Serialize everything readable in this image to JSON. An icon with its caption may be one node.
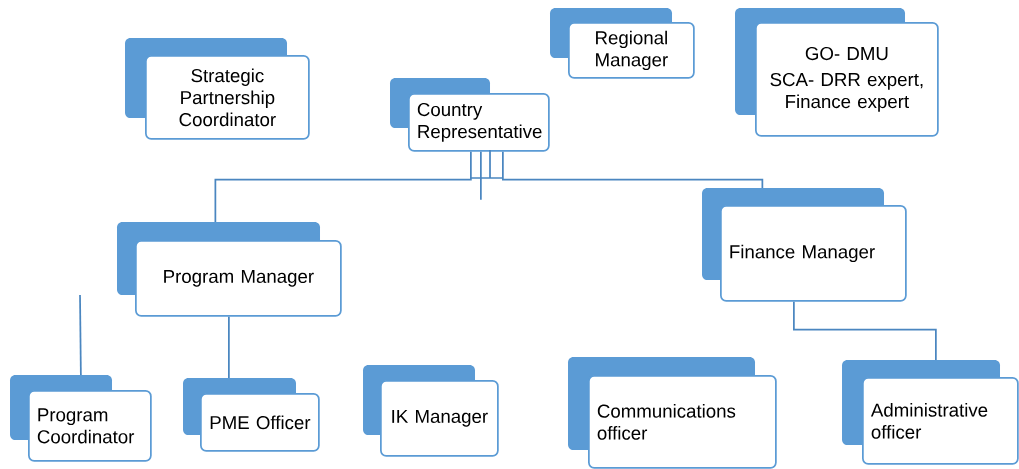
{
  "diagram": {
    "nodes": [
      {
        "text": [
          "Regional Manager"
        ]
      },
      {
        "text": [
          "GO- DMU",
          "SCA- DRR expert, Finance expert"
        ]
      },
      {
        "text": [
          "Strategic Partnership Coordinator"
        ]
      },
      {
        "text": [
          "Country Representative"
        ]
      },
      {
        "text": [
          "Finance Manager"
        ]
      },
      {
        "text": [
          "Program Manager"
        ]
      },
      {
        "text": [
          "Program Coordinator"
        ]
      },
      {
        "text": [
          "PME Officer"
        ]
      },
      {
        "text": [
          "IK Manager"
        ]
      },
      {
        "text": [
          "Communications officer"
        ]
      },
      {
        "text": [
          "Administrative officer"
        ]
      }
    ],
    "edges": [
      {
        "from": 3,
        "to": 5,
        "arrow": "none"
      },
      {
        "from": 3,
        "to": 4,
        "arrow": "none"
      },
      {
        "from": 3,
        "to": null,
        "arrow": "none"
      },
      {
        "from": 5,
        "to": 7,
        "arrow": "none"
      },
      {
        "from": null,
        "to": 6,
        "arrow": "none"
      },
      {
        "from": 4,
        "to": 10,
        "arrow": "none"
      }
    ]
  }
}
